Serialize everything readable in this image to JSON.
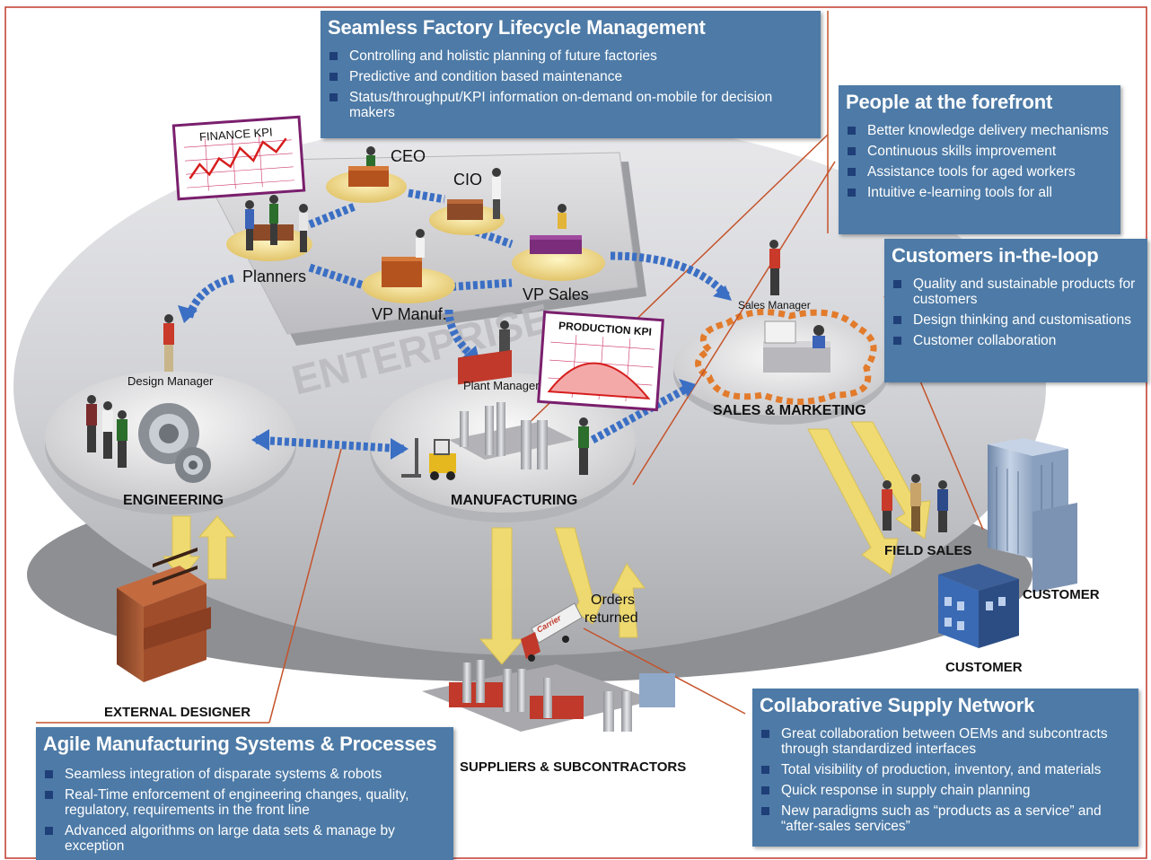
{
  "panels": {
    "lifecycle": {
      "title": "Seamless Factory Lifecycle Management",
      "items": [
        "Controlling and holistic planning of future factories",
        "Predictive and condition based maintenance",
        "Status/throughput/KPI information on-demand on-mobile for decision makers"
      ]
    },
    "people": {
      "title": "People at the forefront",
      "items": [
        "Better knowledge delivery mechanisms",
        "Continuous skills improvement",
        "Assistance tools for aged workers",
        "Intuitive e-learning tools for all"
      ]
    },
    "customers": {
      "title": "Customers in-the-loop",
      "items": [
        "Quality and sustainable products for customers",
        "Design thinking and customisations",
        "Customer collaboration"
      ]
    },
    "supply": {
      "title": "Collaborative Supply Network",
      "items": [
        "Great collaboration between OEMs and subcontracts through standardized interfaces",
        "Total visibility of production, inventory, and materials",
        "Quick response in supply chain planning",
        "New paradigms such as “products as a service” and “after-sales services”"
      ]
    },
    "agile": {
      "title": "Agile Manufacturing Systems & Processes",
      "items": [
        "Seamless integration of disparate systems & robots",
        "Real-Time enforcement of engineering changes,  quality, regulatory,  requirements in the front line",
        "Advanced algorithms on large data sets & manage by exception"
      ]
    }
  },
  "diagram": {
    "finance_kpi": "FINANCE KPI",
    "production_kpi": "PRODUCTION KPI",
    "ceo": "CEO",
    "cio": "CIO",
    "planners": "Planners",
    "vp_sales": "VP Sales",
    "vp_manuf": "VP Manuf.",
    "sales_manager": "Sales Manager",
    "design_manager": "Design Manager",
    "plant_manager": "Plant Manager",
    "enterprise": "ENTERPRISE",
    "engineering": "ENGINEERING",
    "manufacturing": "MANUFACTURING",
    "sales_marketing": "SALES & MARKETING",
    "field_sales": "FIELD SALES",
    "customer_1": "CUSTOMER",
    "customer_2": "CUSTOMER",
    "external_designer": "EXTERNAL DESIGNER",
    "suppliers": "SUPPLIERS & SUBCONTRACTORS",
    "orders_1": "Orders",
    "orders_2": "returned",
    "carrier": "Carrier"
  },
  "colors": {
    "panel": "#4d7aa6",
    "bullet": "#1f3f78",
    "frame": "#c0392b",
    "arrow_blue": "#3b6fc4",
    "arrow_yellow": "#f2dc6e",
    "callout_line": "#c4532a"
  }
}
